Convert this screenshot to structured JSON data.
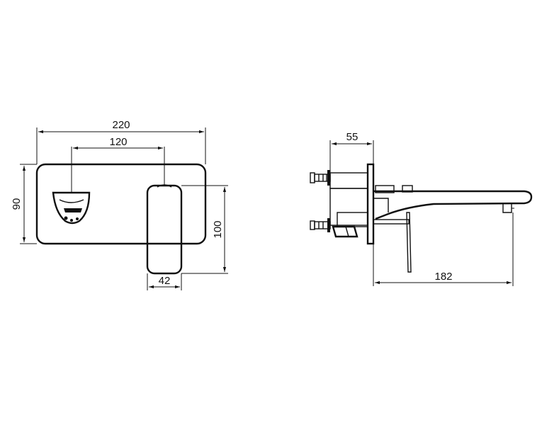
{
  "dimensions": {
    "front_total_width": "220",
    "front_hole_spacing": "120",
    "front_plate_height": "90",
    "front_handle_height": "100",
    "front_handle_width": "42",
    "side_body_depth": "55",
    "side_spout_reach": "182"
  }
}
